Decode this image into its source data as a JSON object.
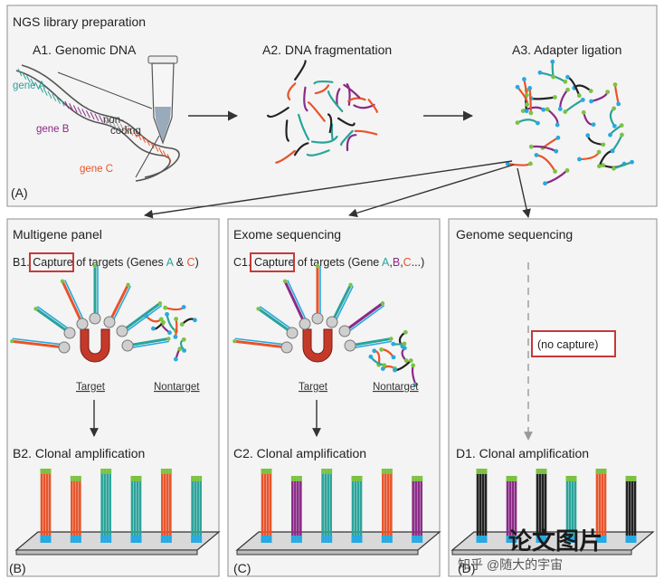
{
  "figure": {
    "top": {
      "title": "NGS library preparation",
      "label": "(A)",
      "steps": [
        {
          "id": "A1",
          "text": "A1. Genomic DNA"
        },
        {
          "id": "A2",
          "text": "A2. DNA fragmentation"
        },
        {
          "id": "A3",
          "text": "A3. Adapter ligation"
        }
      ],
      "genes": {
        "a": "gene A",
        "b": "gene B",
        "c": "gene C",
        "noncoding_1": "non-",
        "noncoding_2": "coding"
      }
    },
    "panels": [
      {
        "title": "Multigene panel",
        "capture_word": "Capture",
        "capture_pre": "B1. ",
        "capture_mid": " of targets (Genes ",
        "gene_1": "A",
        "amp": " & ",
        "gene_2": "C",
        "capture_end": ")",
        "target": "Target",
        "nontarget": "Nontarget",
        "step2": "B2. Clonal amplification",
        "label": "(B)"
      },
      {
        "title": "Exome sequencing",
        "capture_word": "Capture",
        "capture_pre": "C1. ",
        "capture_mid": " of targets (Gene ",
        "gene_1": "A",
        "sep1": ",",
        "gene_2": "B",
        "sep2": ",",
        "gene_3": "C",
        "capture_end": "...)",
        "target": "Target",
        "nontarget": "Nontarget",
        "step2": "C2. Clonal amplification",
        "label": "(C)"
      },
      {
        "title": "Genome sequencing",
        "no_capture": "(no capture)",
        "step2": "D1. Clonal amplification",
        "label": "(D)"
      }
    ],
    "watermark": "知乎 @随大的宇宙",
    "watermark_stamp": "论文图片"
  },
  "colors": {
    "teal": "#2aa39a",
    "orange": "#e8542a",
    "purple": "#8a2a86",
    "black": "#222222",
    "green_tip": "#7cc242",
    "blue_tip": "#27a9e1",
    "highlight_box": "#c63a3a",
    "arrow": "#333333"
  }
}
